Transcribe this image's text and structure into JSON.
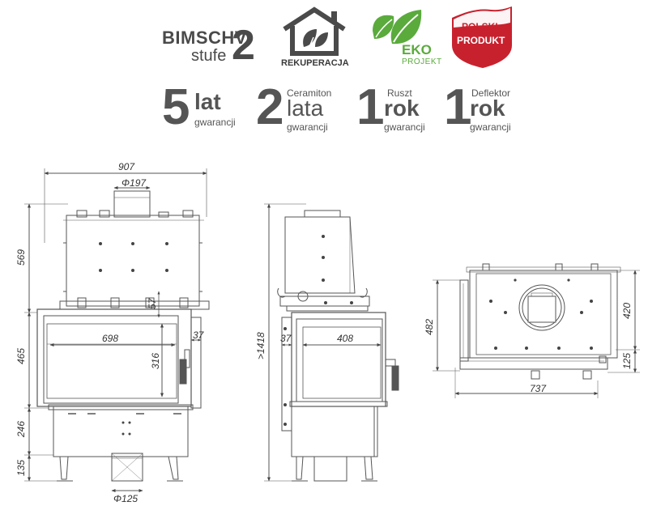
{
  "header": {
    "bimschv": {
      "line1": "BIMSCHV",
      "line2": "stufe",
      "number": "2"
    },
    "rekuperacja": {
      "label": "REKUPERACJA",
      "icon": "house-leaf-icon"
    },
    "eko": {
      "line1": "EKO",
      "line2": "PROJEKT",
      "icon": "leaves-icon",
      "color": "#5aab3c"
    },
    "polski": {
      "line1": "POLSKI",
      "line2": "PRODUKT",
      "icon": "flag-badge-icon",
      "color": "#c8212e"
    }
  },
  "warranties": [
    {
      "number": "5",
      "top": "",
      "unit": "lat",
      "sub": "gwarancji"
    },
    {
      "number": "2",
      "top": "Ceramiton",
      "unit": "lata",
      "sub": "gwarancji"
    },
    {
      "number": "1",
      "top": "Ruszt",
      "unit": "rok",
      "sub": "gwarancji"
    },
    {
      "number": "1",
      "top": "Deflektor",
      "unit": "rok",
      "sub": "gwarancji"
    }
  ],
  "dimensions": {
    "front": {
      "width": "907",
      "flue": "Φ197",
      "top_height": "569",
      "door_height": "465",
      "base_height": "246",
      "leg_height": "135",
      "glass_width": "698",
      "glass_height": "316",
      "offset_top": "57",
      "side_depth": "37",
      "air_inlet": "Φ125"
    },
    "side": {
      "total_height": ">1418",
      "glass_width": "408",
      "offset": "37"
    },
    "plan": {
      "depth": "482",
      "width": "737",
      "inner_depth": "420",
      "rear_offset": "125"
    }
  },
  "colors": {
    "line": "#555555",
    "gray": "#4a4a4a",
    "green": "#5aab3c",
    "red": "#c8212e"
  }
}
